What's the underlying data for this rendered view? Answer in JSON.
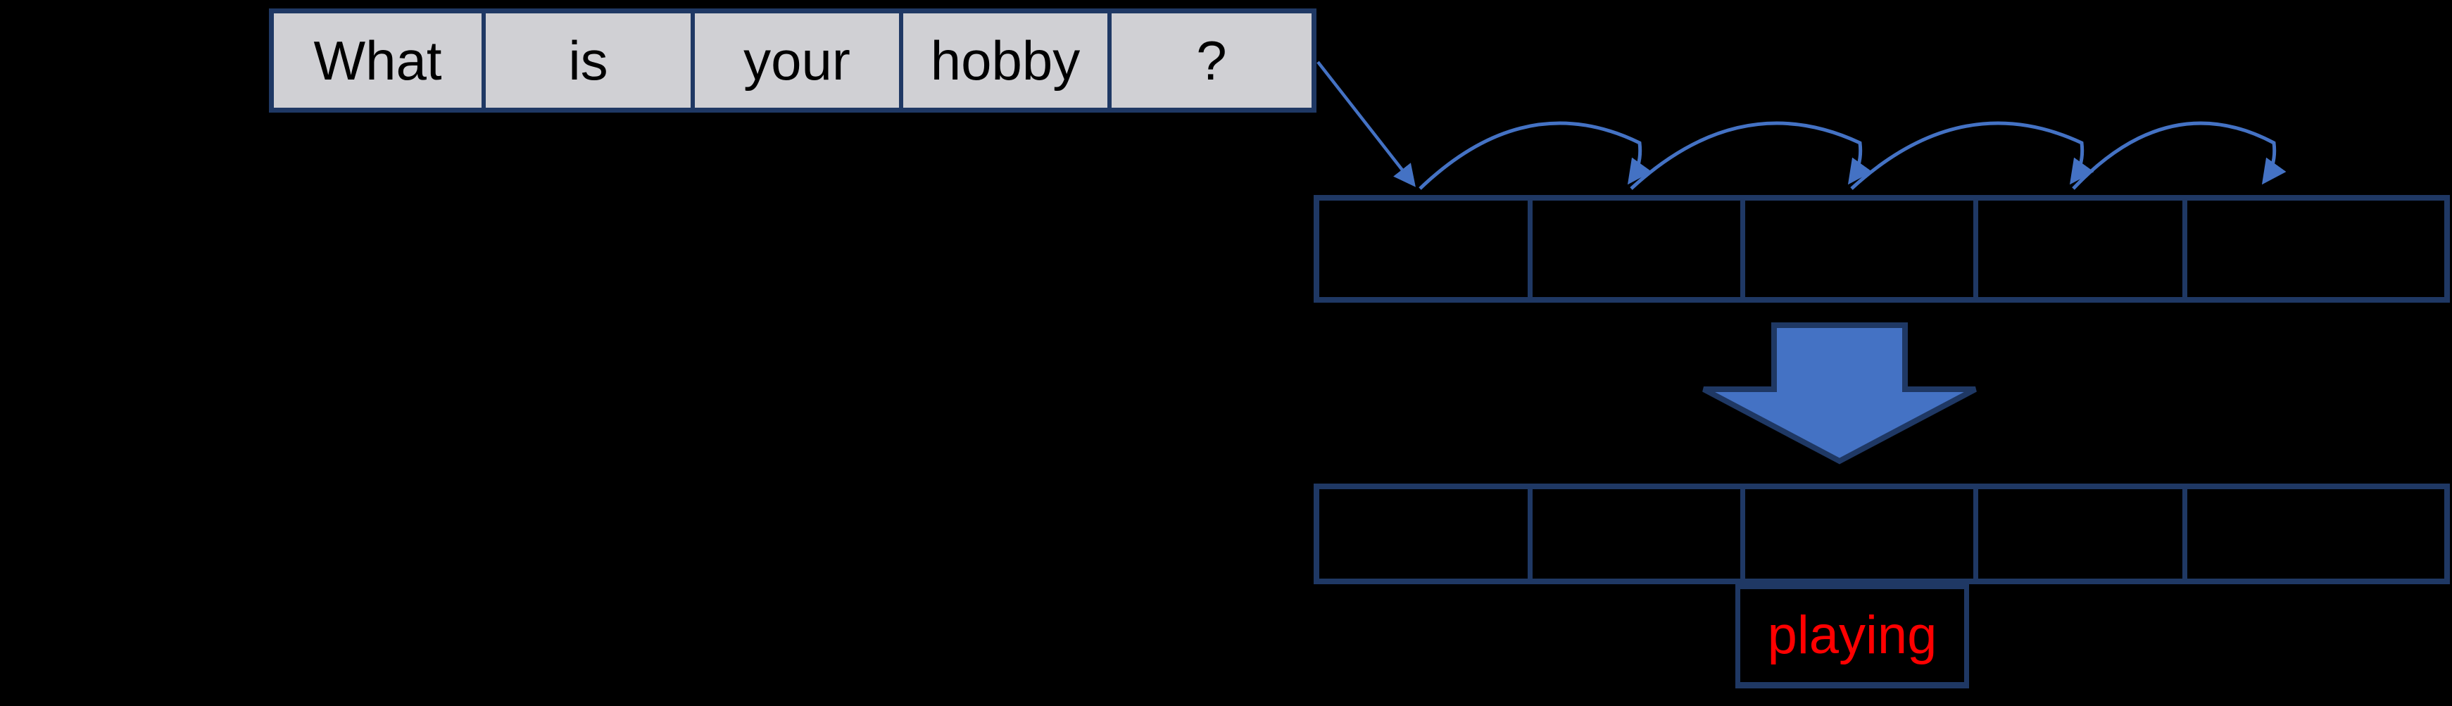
{
  "sentence": {
    "words": [
      "What",
      "is",
      "your",
      "hobby",
      "?"
    ]
  },
  "prediction": {
    "label": "playing"
  },
  "colors": {
    "background": "#000000",
    "box_border_navy": "#1F3864",
    "word_cell_gray": "#D0D0D4",
    "arrow_blue": "#4472C4",
    "prediction_red": "#FF0000",
    "word_text_black": "#000000"
  }
}
